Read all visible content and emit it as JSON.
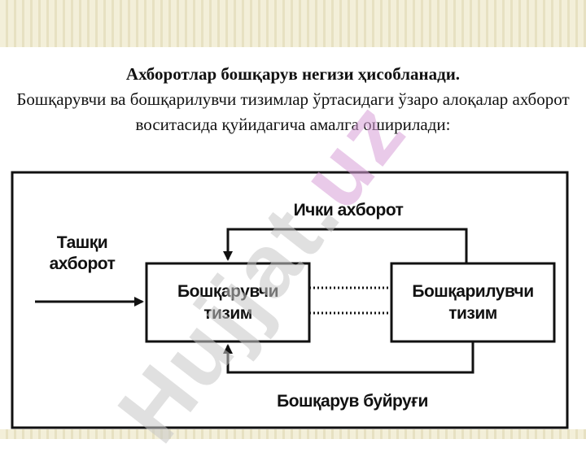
{
  "intro": {
    "title": "Ахборотлар бошқарув негизи ҳисобланади.",
    "body": "Бошқарувчи ва бошқарилувчи тизимлар ўртасидаги ўзаро алоқалар ахборот воситасида қуйидагича амалга оширилади:"
  },
  "diagram": {
    "external_info": [
      "Ташқи",
      "ахборот"
    ],
    "internal_info": "Ички ахборот",
    "controlling_system": [
      "Бошқарувчи",
      "тизим"
    ],
    "controlled_system": [
      "Бошқарилувчи",
      "тизим"
    ],
    "control_command": "Бошқарув буйруғи"
  },
  "watermark": {
    "main": "Hujjat.",
    "accent": "uz"
  }
}
